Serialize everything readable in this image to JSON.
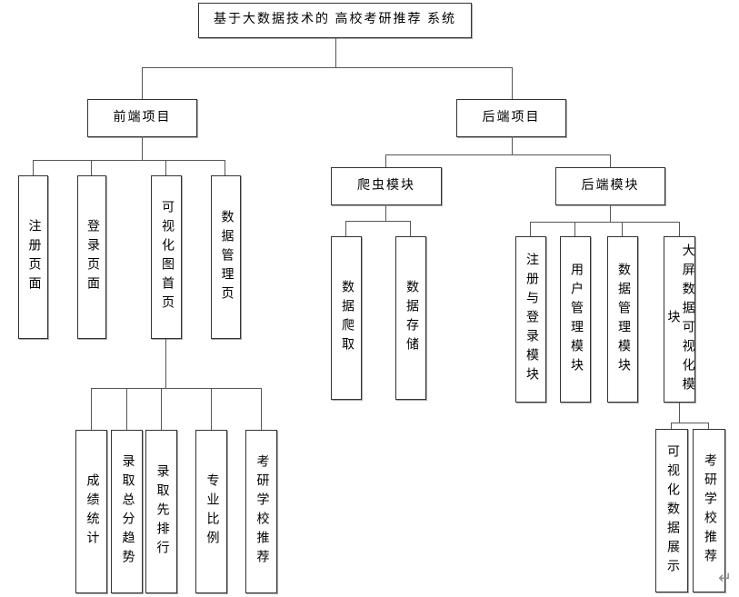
{
  "diagram_title": "基于大数据技术的 高校考研推荐 系统",
  "tree": {
    "label": "基于大数据技术的 高校考研推荐 系统",
    "children": [
      {
        "label": "前端项目",
        "children": [
          {
            "label": "注册页面"
          },
          {
            "label": "登录页面"
          },
          {
            "label": "可视化图首页",
            "children": [
              {
                "label": "成绩统计"
              },
              {
                "label": "录取总分趋势"
              },
              {
                "label": "录取先排行"
              },
              {
                "label": "专业比例"
              },
              {
                "label": "考研学校推荐"
              }
            ]
          },
          {
            "label": "数据管理页"
          }
        ]
      },
      {
        "label": "后端项目",
        "children": [
          {
            "label": "爬虫模块",
            "children": [
              {
                "label": "数据爬取"
              },
              {
                "label": "数据存储"
              }
            ]
          },
          {
            "label": "后端模块",
            "children": [
              {
                "label": "注册与登录模块"
              },
              {
                "label": "用户管理模块"
              },
              {
                "label": "数据管理模块"
              },
              {
                "label": "大屏数据可视化模块",
                "children": [
                  {
                    "label": "可视化数据展示"
                  },
                  {
                    "label": "考研学校推荐"
                  }
                ]
              }
            ]
          }
        ]
      }
    ]
  },
  "marker": {
    "return_symbol": "↵"
  },
  "colors": {
    "background": "#ffffff",
    "box_border": "#333333",
    "box_shadow": "#a9a9a9",
    "connector_line": "#565656",
    "text": "#000000",
    "return_mark": "#8c8c8c"
  }
}
